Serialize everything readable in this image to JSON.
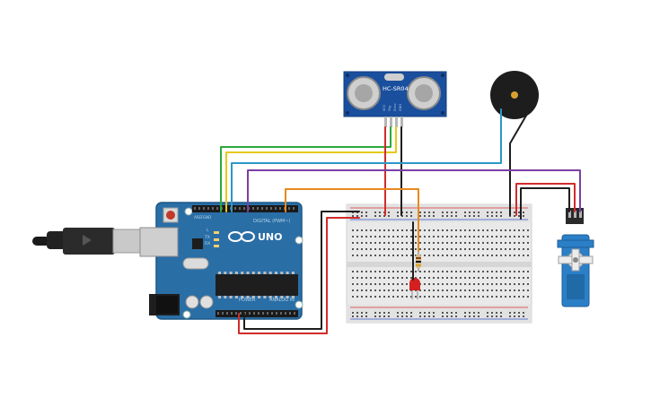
{
  "components": {
    "sensor": {
      "model": "HC-SR04",
      "pins": [
        "VCC",
        "Trig",
        "Echo",
        "GND"
      ]
    },
    "board": {
      "name": "UNO",
      "digital_label": "DIGITAL (PWM~)",
      "power_label": "POWER",
      "analog_label": "ANALOG IN",
      "led_labels": [
        "L",
        "TX",
        "RX"
      ],
      "aref_label": "AREF",
      "gnd_label": "GND"
    },
    "buzzer": {
      "kind": "piezo"
    },
    "servo": {
      "kind": "micro servo"
    },
    "led": {
      "color": "#d42020"
    },
    "resistor": {
      "kind": "resistor"
    }
  },
  "wire_colors": {
    "red": "#d12b2b",
    "black": "#1e1e1e",
    "green": "#2fa83a",
    "yellow": "#e6c91b",
    "blue": "#2d97c9",
    "purple": "#7b3fa3",
    "orange": "#e8891e"
  },
  "palette": {
    "board": "#2a6ea6",
    "sensor": "#1a4f9e",
    "breadboard": "#e9e9e9",
    "servo": "#2b7fc7"
  }
}
